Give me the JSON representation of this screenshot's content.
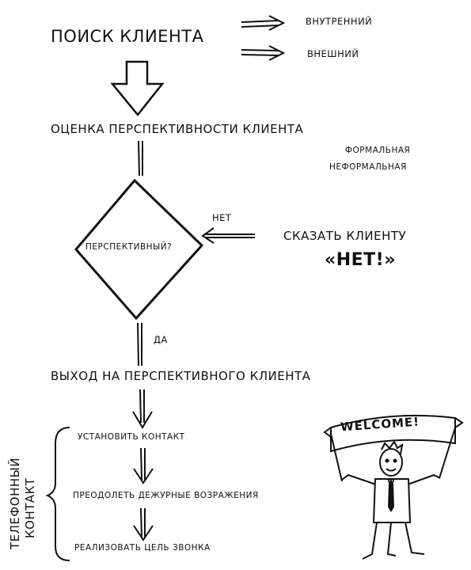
{
  "search": {
    "title": "Поиск клиента",
    "branch_internal": "Внутренний",
    "branch_external": "Внешний"
  },
  "assessment": {
    "title": "Оценка перспективности клиента",
    "formal": "Формальная",
    "informal": "Неформальная"
  },
  "decision": {
    "question": "Перспективный?",
    "no_label": "нет",
    "yes_label": "да",
    "no_action_line1": "Сказать клиенту",
    "no_action_line2": "«НЕТ!»"
  },
  "approach": {
    "title": "Выход на перспективного клиента"
  },
  "phone_contact": {
    "label_line1": "Телефонный",
    "label_line2": "контакт",
    "steps": [
      "Установить контакт",
      "Преодолеть дежурные возражения",
      "Реализовать цель звонка"
    ]
  },
  "illustration": {
    "banner_text": "WELCOME!"
  }
}
